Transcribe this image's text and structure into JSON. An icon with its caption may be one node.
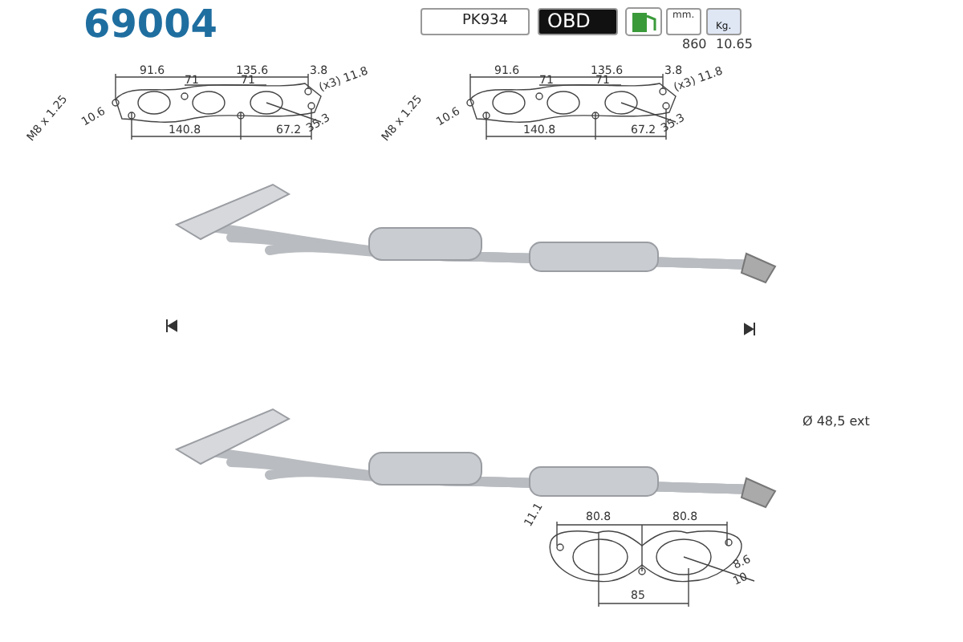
{
  "diagram": {
    "title": "69004",
    "labels": [
      "PK934",
      "OBD",
      "mm.",
      "Kg.",
      "860",
      "10.65",
      "91.6",
      "135.6",
      "3.8",
      "71",
      "71",
      "(x3) 11.8",
      "M8 x 1.25",
      "10.6",
      "35.3",
      "140.8",
      "67.2",
      "91.6",
      "135.6",
      "3.8",
      "71",
      "71",
      "(x3) 11.8",
      "M8 x 1.25",
      "10.6",
      "35.3",
      "140.8",
      "67.2",
      "Ø 48,5 ext",
      "11.1",
      "80.8",
      "80.8",
      "8.6",
      "10",
      "85"
    ]
  }
}
